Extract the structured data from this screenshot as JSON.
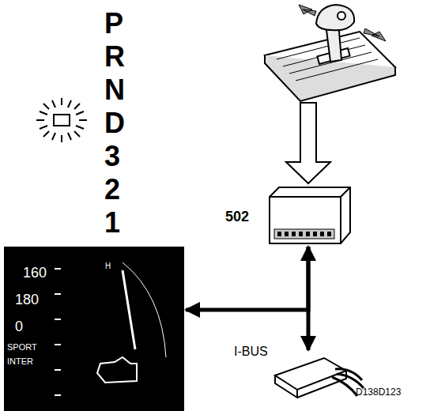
{
  "diagram": {
    "nodes": [
      {
        "text": [
          "502"
        ]
      },
      {
        "text": [
          "160",
          "180",
          "0",
          "SPORT",
          "INTER",
          "P",
          "R",
          "N",
          "D",
          "3",
          "2",
          "1",
          "H"
        ]
      },
      {
        "text": [
          "I-BUS"
        ]
      }
    ],
    "edges": [
      {
        "from": 0,
        "to": 2,
        "arrow": "both"
      },
      {
        "from": 0,
        "to": 1,
        "arrow": "to"
      }
    ],
    "labels": [
      "P",
      "R",
      "N",
      "D",
      "3",
      "2",
      "1",
      "D138D123"
    ]
  }
}
